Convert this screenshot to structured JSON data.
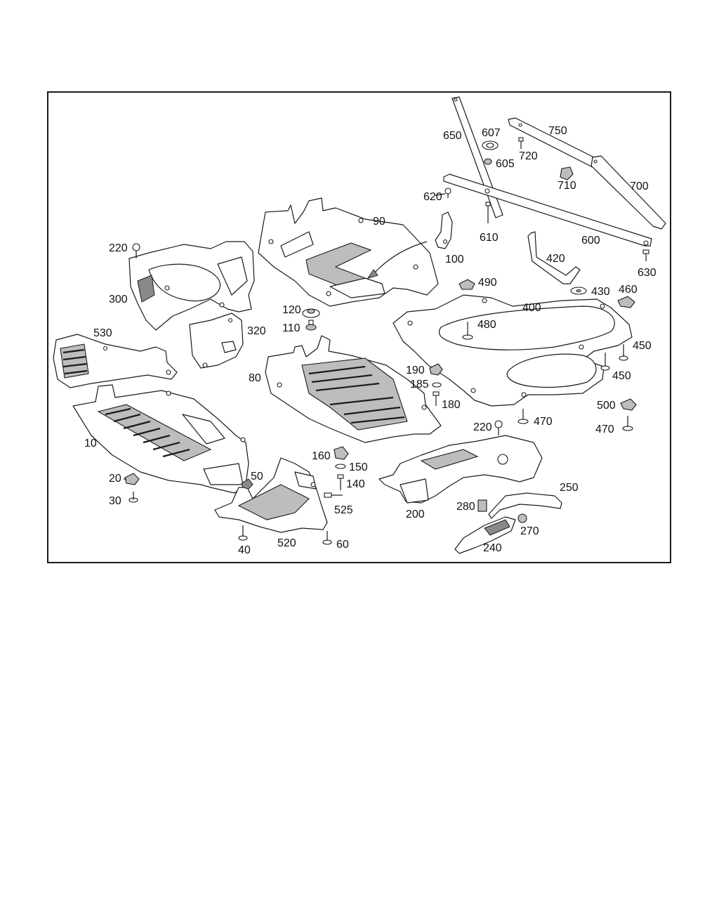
{
  "callouts": [
    {
      "id": "c10",
      "text": "10"
    },
    {
      "id": "c20",
      "text": "20"
    },
    {
      "id": "c30",
      "text": "30"
    },
    {
      "id": "c40",
      "text": "40"
    },
    {
      "id": "c50",
      "text": "50"
    },
    {
      "id": "c60",
      "text": "60"
    },
    {
      "id": "c80",
      "text": "80"
    },
    {
      "id": "c90",
      "text": "90"
    },
    {
      "id": "c100",
      "text": "100"
    },
    {
      "id": "c110",
      "text": "110"
    },
    {
      "id": "c120",
      "text": "120"
    },
    {
      "id": "c140",
      "text": "140"
    },
    {
      "id": "c150",
      "text": "150"
    },
    {
      "id": "c160",
      "text": "160"
    },
    {
      "id": "c180",
      "text": "180"
    },
    {
      "id": "c185",
      "text": "185"
    },
    {
      "id": "c190",
      "text": "190"
    },
    {
      "id": "c200",
      "text": "200"
    },
    {
      "id": "c220a",
      "text": "220"
    },
    {
      "id": "c220b",
      "text": "220"
    },
    {
      "id": "c240",
      "text": "240"
    },
    {
      "id": "c250",
      "text": "250"
    },
    {
      "id": "c270",
      "text": "270"
    },
    {
      "id": "c280",
      "text": "280"
    },
    {
      "id": "c300",
      "text": "300"
    },
    {
      "id": "c320",
      "text": "320"
    },
    {
      "id": "c400",
      "text": "400"
    },
    {
      "id": "c420",
      "text": "420"
    },
    {
      "id": "c430",
      "text": "430"
    },
    {
      "id": "c450a",
      "text": "450"
    },
    {
      "id": "c450b",
      "text": "450"
    },
    {
      "id": "c460",
      "text": "460"
    },
    {
      "id": "c470a",
      "text": "470"
    },
    {
      "id": "c470b",
      "text": "470"
    },
    {
      "id": "c480",
      "text": "480"
    },
    {
      "id": "c490",
      "text": "490"
    },
    {
      "id": "c500",
      "text": "500"
    },
    {
      "id": "c520",
      "text": "520"
    },
    {
      "id": "c525",
      "text": "525"
    },
    {
      "id": "c530",
      "text": "530"
    },
    {
      "id": "c600",
      "text": "600"
    },
    {
      "id": "c605",
      "text": "605"
    },
    {
      "id": "c607",
      "text": "607"
    },
    {
      "id": "c610",
      "text": "610"
    },
    {
      "id": "c620",
      "text": "620"
    },
    {
      "id": "c630",
      "text": "630"
    },
    {
      "id": "c650",
      "text": "650"
    },
    {
      "id": "c700",
      "text": "700"
    },
    {
      "id": "c710",
      "text": "710"
    },
    {
      "id": "c720",
      "text": "720"
    },
    {
      "id": "c750",
      "text": "750"
    }
  ]
}
